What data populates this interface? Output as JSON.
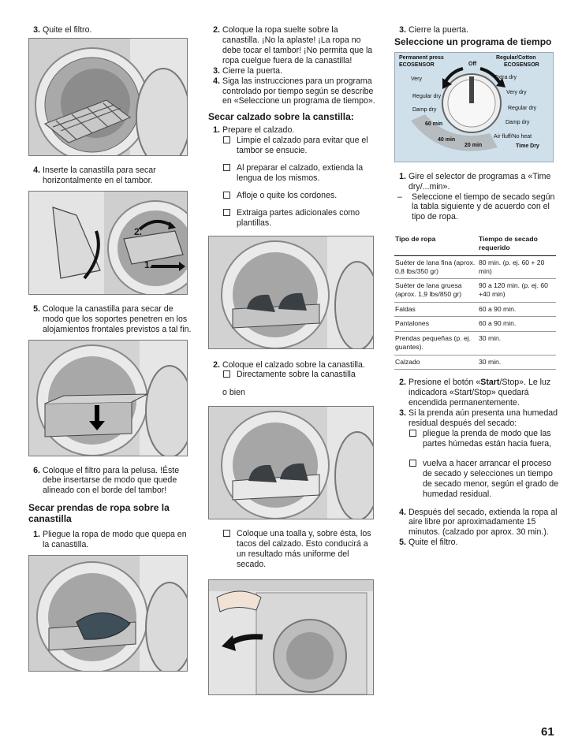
{
  "col1": {
    "step3": {
      "num": "3.",
      "text": "Quite el filtro."
    },
    "step4": {
      "num": "4.",
      "text": "Inserte la canastilla para secar horizontalmente en el tambor."
    },
    "fig2_labels": {
      "a": "2.",
      "b": "1."
    },
    "step5": {
      "num": "5.",
      "text": "Coloque la canastilla para secar de modo que los soportes penetren en los alojamientos frontales previstos a tal fin."
    },
    "step6": {
      "num": "6.",
      "text": "Coloque el filtro para la pelusa. !Éste debe insertarse de modo que quede alineado con el borde del tambor!"
    },
    "heading": "Secar prendas de ropa sobre la canastilla",
    "step1": {
      "num": "1.",
      "text": "Pliegue la ropa de modo que quepa en la canastilla."
    }
  },
  "col2": {
    "step2": {
      "num": "2.",
      "text": "Coloque la ropa suelte sobre la canastilla. ¡No la aplaste! ¡La ropa no debe tocar el tambor! ¡No permita que la ropa cuelgue fuera de la canastilla!"
    },
    "step3": {
      "num": "3.",
      "text": "Cierre la puerta."
    },
    "step4": {
      "num": "4.",
      "text": "Siga las instrucciones para un programa controlado por tiempo según se describe en «Seleccione un programa de tiempo»."
    },
    "heading": "Secar calzado sobre la canstilla:",
    "step1": {
      "num": "1.",
      "text": "Prepare el calzado."
    },
    "bullets1": [
      "Limpie el calzado para evitar que el tambor se ensucie.",
      "Al preparar el calzado, extienda la lengua de los mismos.",
      "Afloje o quite los cordones.",
      "Extraiga partes adicionales como plantillas."
    ],
    "step2b": {
      "num": "2.",
      "text": "Coloque el calzado sobre la canastilla."
    },
    "bullet2": "Directamente sobre la canastilla",
    "or": "o bien",
    "bullet3": "Coloque una toalla y, sobre ésta, los tacos del calzado. Esto conducirá a un resultado más uniforme del secado."
  },
  "col3": {
    "step3": {
      "num": "3.",
      "text": "Cierre la puerta."
    },
    "heading": "Seleccione un programa de tiempo",
    "selector": {
      "permanent_press": "Permanent press",
      "eco_left": "ECOSENSOR",
      "off": "Off",
      "regular_cotton": "Regular/Cotton",
      "eco_right": "ECOSENSOR",
      "very_left": "Very",
      "extra_dry": "Extra dry",
      "very_dry": "Very dry",
      "regular_dry_left": "Regular dry",
      "regular_dry_right": "Regular dry",
      "damp_dry_left": "Damp dry",
      "damp_dry_right": "Damp dry",
      "min60": "60 min",
      "min40": "40 min",
      "min20": "20 min",
      "air_fluff": "Air fluff/No heat",
      "time_dry": "Time Dry"
    },
    "step1": {
      "num": "1.",
      "text": "Gire el selector de programas a «Time dry/...min»."
    },
    "dash_item": {
      "mark": "–",
      "text": "Seleccione el tiempo de secado según la tabla siguiente y de acuerdo con el tipo de ropa."
    },
    "table": {
      "header": [
        "Tipo de ropa",
        "Tiempo de secado requerido"
      ],
      "rows": [
        [
          "Suéter de lana fina (aprox. 0,8 lbs/350 gr)",
          "80 min. (p. ej. 60 + 20 min)"
        ],
        [
          "Suéter de lana gruesa (aprox. 1,9 lbs/850 gr)",
          "90 a 120 min. (p. ej. 60 +40 min)"
        ],
        [
          "Faldas",
          "60 a 90 min."
        ],
        [
          "Pantalones",
          "60 a 90 min."
        ],
        [
          "Prendas pequeñas (p. ej. guantes).",
          "30 min."
        ],
        [
          "Calzado",
          "30 min."
        ]
      ]
    },
    "step2": {
      "num": "2.",
      "pre": "Presione el botón «",
      "strong": "Start",
      "post": "/Stop». Le luz indicadora «Start/Stop» quedará encendida permanentemente."
    },
    "step3b": {
      "num": "3.",
      "text": "Si la prenda aún presenta una humedad residual después del secado:"
    },
    "bullets": [
      "pliegue la prenda de modo que las partes húmedas están hacia fuera,",
      "vuelva a hacer arrancar el proceso de secado y selecciones un tiempo de secado menor, según el grado de humedad residual."
    ],
    "step4": {
      "num": "4.",
      "text": "Después del secado, extienda la ropa al aire libre por aproximadamente 15 minutos. (calzado por aprox. 30 min.)."
    },
    "step5": {
      "num": "5.",
      "text": "Quite el filtro."
    }
  },
  "page_number": "61"
}
